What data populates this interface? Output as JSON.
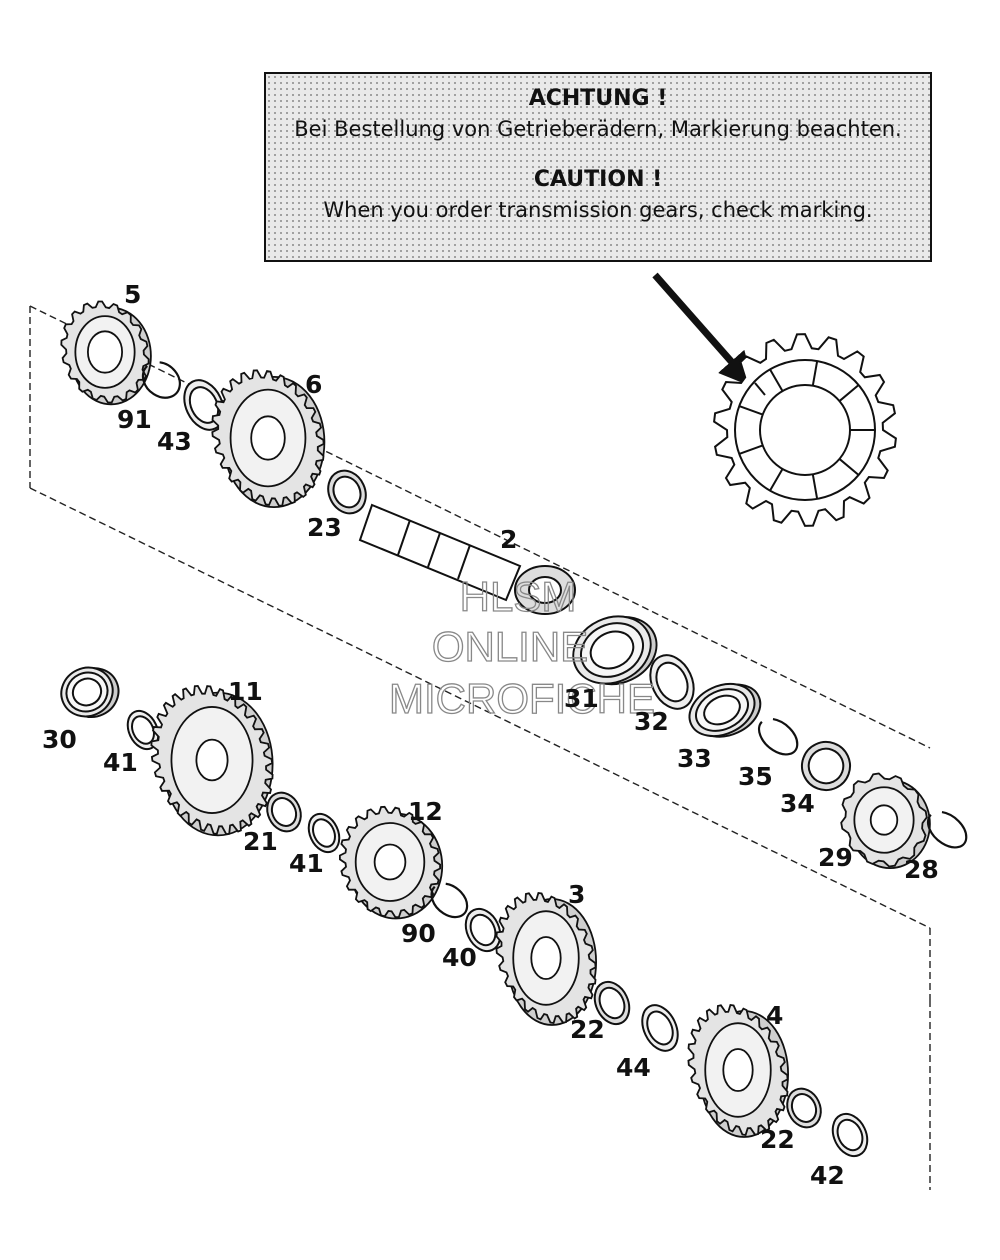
{
  "notice": {
    "de_title": "ACHTUNG !",
    "de_text": "Bei Bestellung von Getrieberädern, Markierung beachten.",
    "en_title": "CAUTION !",
    "en_text": "When you order transmission gears, check marking."
  },
  "watermark": [
    "HLSM",
    "ONLINE",
    "MICROFICHE"
  ],
  "parts": {
    "p5": "5",
    "p91": "91",
    "p43": "43",
    "p6": "6",
    "p23": "23",
    "p2": "2",
    "p31": "31",
    "p32": "32",
    "p33": "33",
    "p35": "35",
    "p34": "34",
    "p29": "29",
    "p28": "28",
    "p11": "11",
    "p30": "30",
    "p41a": "41",
    "p21": "21",
    "p41b": "41",
    "p12": "12",
    "p90": "90",
    "p40": "40",
    "p3": "3",
    "p22a": "22",
    "p44": "44",
    "p4": "4",
    "p22b": "22",
    "p42": "42"
  }
}
